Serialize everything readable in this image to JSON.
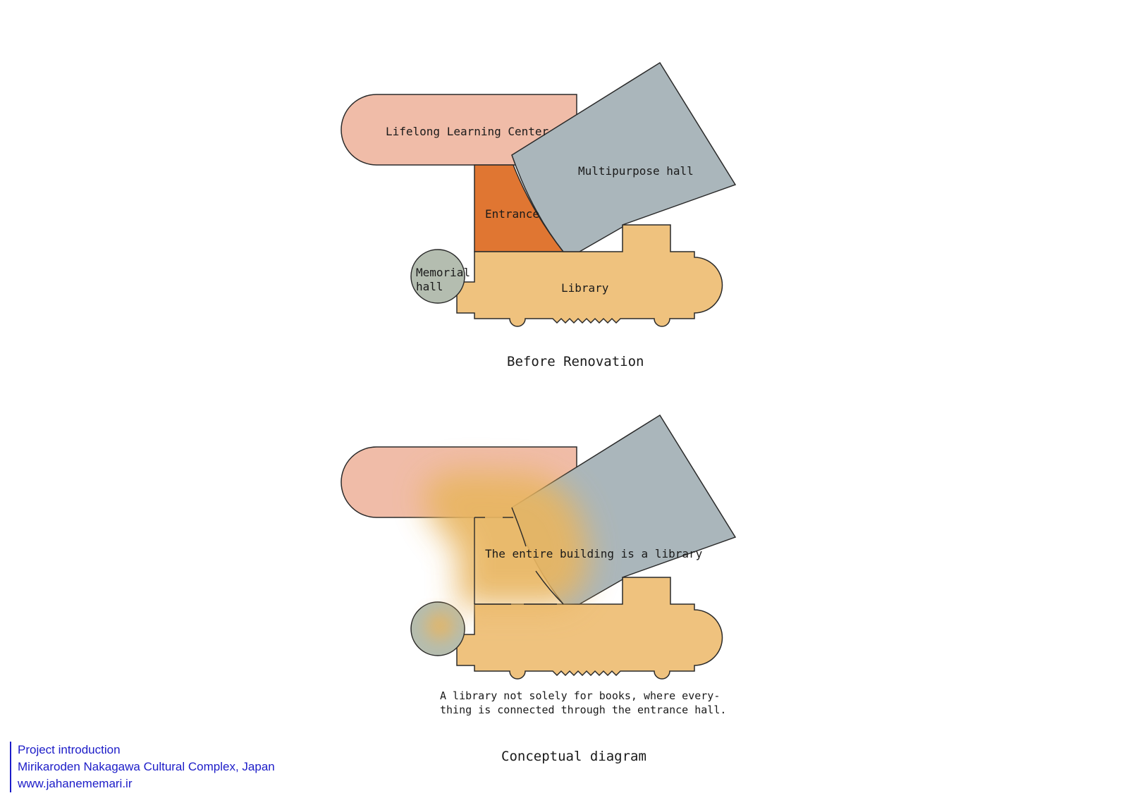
{
  "colors": {
    "learning_center": "#f0bca8",
    "multipurpose_hall": "#aab6bb",
    "entrance": "#e07632",
    "library": "#efc27e",
    "memorial_hall": "#b4bdb0",
    "glow": "#e8b560",
    "outline": "#2a2a2a",
    "footer_text": "#1c1cc8"
  },
  "diagram_before": {
    "labels": {
      "learning_center": "Lifelong Learning Center",
      "multipurpose_hall": "Multipurpose hall",
      "entrance": "Entrance",
      "memorial_hall_line1": "Memorial",
      "memorial_hall_line2": "hall",
      "library": "Library"
    },
    "caption": "Before Renovation"
  },
  "diagram_concept": {
    "center_label": "The entire building is a library",
    "description_line1": "A library not solely for books, where every-",
    "description_line2": "thing is connected through the entrance hall.",
    "caption": "Conceptual diagram"
  },
  "footer": {
    "line1": "Project introduction",
    "line2": "Mirikaroden Nakagawa Cultural Complex, Japan",
    "line3": "www.jahanememari.ir"
  }
}
